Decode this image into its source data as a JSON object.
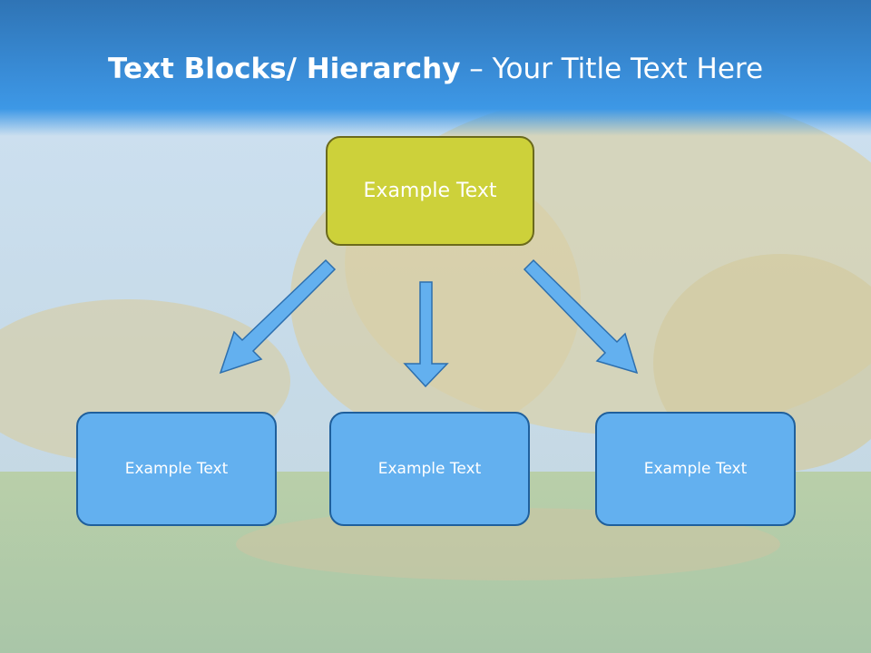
{
  "slide": {
    "title_bold": "Text Blocks/ Hierarchy",
    "title_dash": " – ",
    "title_rest": "Your Title Text Here"
  },
  "diagram": {
    "top_box": {
      "label": "Example Text",
      "color": "#cdd13a"
    },
    "children": [
      {
        "label": "Example Text",
        "color": "#63b0ef"
      },
      {
        "label": "Example Text",
        "color": "#63b0ef"
      },
      {
        "label": "Example Text",
        "color": "#63b0ef"
      }
    ],
    "arrow_color": "#63b0ef"
  }
}
